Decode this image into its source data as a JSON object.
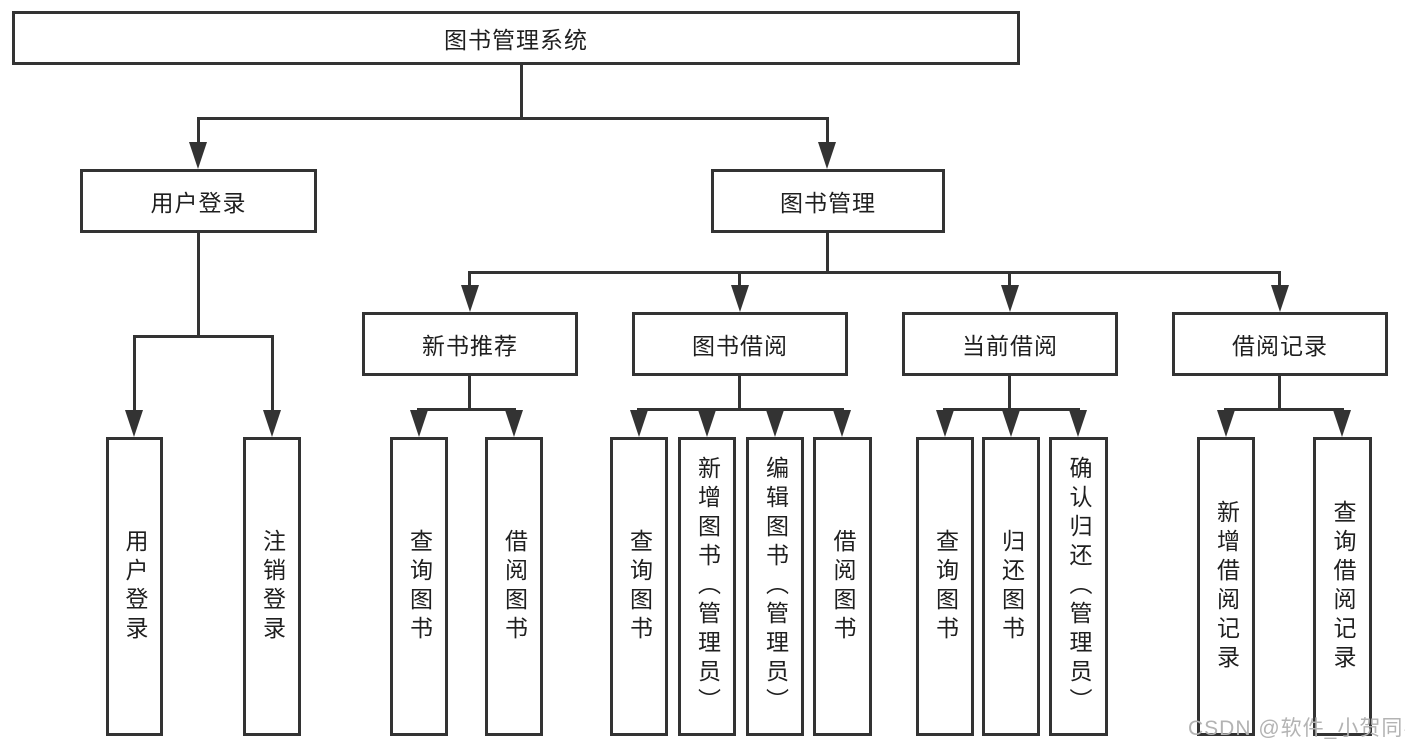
{
  "tree": {
    "label": "图书管理系统",
    "children": [
      {
        "label": "用户登录",
        "children": [
          {
            "label": "用户登录"
          },
          {
            "label": "注销登录"
          }
        ]
      },
      {
        "label": "图书管理",
        "children": [
          {
            "label": "新书推荐",
            "children": [
              {
                "label": "查询图书"
              },
              {
                "label": "借阅图书"
              }
            ]
          },
          {
            "label": "图书借阅",
            "children": [
              {
                "label": "查询图书"
              },
              {
                "label": "新增图书（管理员）"
              },
              {
                "label": "编辑图书（管理员）"
              },
              {
                "label": "借阅图书"
              }
            ]
          },
          {
            "label": "当前借阅",
            "children": [
              {
                "label": "查询图书"
              },
              {
                "label": "归还图书"
              },
              {
                "label": "确认归还（管理员）"
              }
            ]
          },
          {
            "label": "借阅记录",
            "children": [
              {
                "label": "新增借阅记录"
              },
              {
                "label": "查询借阅记录"
              }
            ]
          }
        ]
      }
    ]
  },
  "watermark": {
    "text": "CSDN @软件_小贺同学"
  },
  "colors": {
    "line": "#333333",
    "text": "#1f1f1f",
    "background": "#ffffff",
    "watermark": "#b3b3b3"
  }
}
